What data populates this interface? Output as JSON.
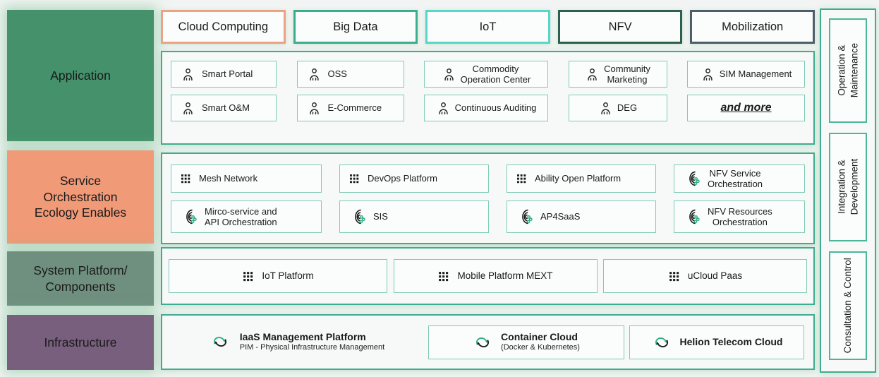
{
  "palette": {
    "page_bg": "#f1f4f2",
    "container_border": "#3eac8f",
    "item_border": "#7ecbb6",
    "icon_green": "#2fae7e"
  },
  "left": {
    "rows": [
      {
        "label": "Application",
        "color": "#44916c"
      },
      {
        "label": "Service\nOrchestration\nEcology Enables",
        "color": "#f09a77"
      },
      {
        "label": "System Platform/\nComponents",
        "color": "#70907f"
      },
      {
        "label": "Infrastructure",
        "color": "#795f7e"
      }
    ]
  },
  "tabs": [
    {
      "label": "Cloud Computing",
      "border": "#efa183"
    },
    {
      "label": "Big Data",
      "border": "#3eac8f"
    },
    {
      "label": "IoT",
      "border": "#59d6c9"
    },
    {
      "label": "NFV",
      "border": "#2e5f4f"
    },
    {
      "label": "Mobilization",
      "border": "#4f5d6b"
    }
  ],
  "app": {
    "items": [
      {
        "label": "Smart Portal",
        "icon": "user-icon"
      },
      {
        "label": "OSS",
        "icon": "user-icon"
      },
      {
        "label": "Commodity\nOperation Center",
        "icon": "user-icon"
      },
      {
        "label": "Community\nMarketing",
        "icon": "user-icon"
      },
      {
        "label": "SIM Management",
        "icon": "user-icon"
      },
      {
        "label": "Smart O&M",
        "icon": "user-icon"
      },
      {
        "label": "E-Commerce",
        "icon": "user-icon"
      },
      {
        "label": "Continuous Auditing",
        "icon": "user-icon"
      },
      {
        "label": "DEG",
        "icon": "user-icon"
      },
      {
        "label": "and more",
        "icon": "none"
      }
    ]
  },
  "service": {
    "items": [
      {
        "label": "Mesh Network",
        "icon": "grid-icon"
      },
      {
        "label": "DevOps Platform",
        "icon": "grid-icon"
      },
      {
        "label": "Ability Open Platform",
        "icon": "grid-icon"
      },
      {
        "label": "NFV Service\nOrchestration",
        "icon": "orchestration-icon"
      },
      {
        "label": "Mirco-service and\nAPI Orchestration",
        "icon": "orchestration-icon"
      },
      {
        "label": "SIS",
        "icon": "orchestration-icon"
      },
      {
        "label": "AP4SaaS",
        "icon": "orchestration-icon"
      },
      {
        "label": "NFV Resources\nOrchestration",
        "icon": "orchestration-icon"
      }
    ]
  },
  "system": {
    "items": [
      {
        "label": "IoT Platform",
        "icon": "grid-icon"
      },
      {
        "label": "Mobile Platform MEXT",
        "icon": "grid-icon"
      },
      {
        "label": "uCloud Paas",
        "icon": "grid-icon"
      }
    ]
  },
  "infra": {
    "items": [
      {
        "title": "IaaS Management Platform",
        "subtitle": "PIM - Physical Infrastructure Management",
        "icon": "cloud-sync-icon"
      },
      {
        "title": "Container Cloud",
        "subtitle": "(Docker & Kubernetes)",
        "icon": "cloud-sync-icon"
      },
      {
        "title": "Helion Telecom Cloud",
        "subtitle": "",
        "icon": "cloud-sync-icon"
      }
    ]
  },
  "right": {
    "items": [
      {
        "label": "Operation &\nMaintenance"
      },
      {
        "label": "Integration &\nDevelopment"
      },
      {
        "label": "Consultation & Control"
      }
    ]
  }
}
